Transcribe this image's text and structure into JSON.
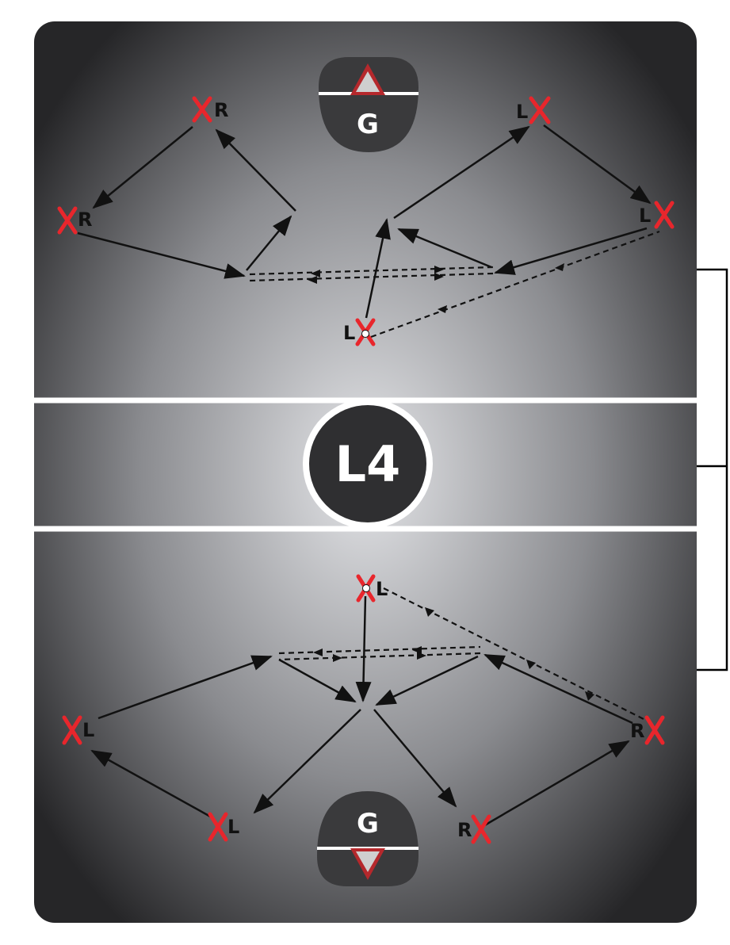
{
  "crease_label": "G",
  "logo_text": "L4",
  "colors": {
    "player_x": "#e8262c",
    "field_light": "#d8d9dc",
    "field_dark": "#2b2b2d",
    "line": "#ffffff",
    "arrow": "#111111",
    "crease": "#3a3a3c",
    "goal": "#b5282c"
  },
  "top_half": {
    "players": [
      {
        "id": "t1",
        "label": "R"
      },
      {
        "id": "t2",
        "label": "R"
      },
      {
        "id": "t3",
        "label": "L"
      },
      {
        "id": "t4",
        "label": "L"
      },
      {
        "id": "t5",
        "label": "L",
        "has_ball": true
      }
    ]
  },
  "bottom_half": {
    "players": [
      {
        "id": "b1",
        "label": "L",
        "has_ball": true
      },
      {
        "id": "b2",
        "label": "L"
      },
      {
        "id": "b3",
        "label": "L"
      },
      {
        "id": "b4",
        "label": "R"
      },
      {
        "id": "b5",
        "label": "R"
      }
    ]
  }
}
